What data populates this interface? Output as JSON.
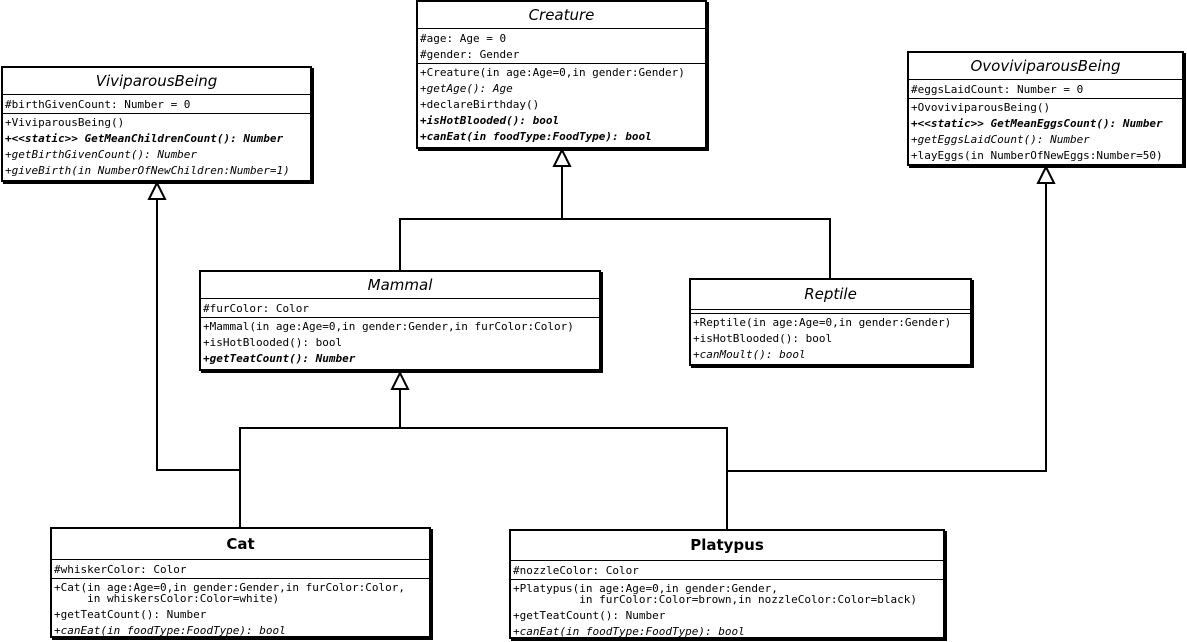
{
  "classes": {
    "creature": {
      "name": "Creature",
      "attributes": [
        "#age: Age = 0",
        "#gender: Gender"
      ],
      "operations": [
        "+Creature(in age:Age=0,in gender:Gender)",
        "+getAge(): Age",
        "+declareBirthday()",
        "+isHotBlooded(): bool",
        "+canEat(in foodType:FoodType): bool"
      ]
    },
    "viviparous": {
      "name": "ViviparousBeing",
      "attributes": [
        "#birthGivenCount: Number = 0"
      ],
      "operations": [
        "+ViviparousBeing()",
        "+<<static>> GetMeanChildrenCount(): Number",
        "+getBirthGivenCount(): Number",
        "+giveBirth(in NumberOfNewChildren:Number=1)"
      ]
    },
    "ovoviviparous": {
      "name": "OvoviviparousBeing",
      "attributes": [
        "#eggsLaidCount: Number = 0"
      ],
      "operations": [
        "+OvoviviparousBeing()",
        "+<<static>> GetMeanEggsCount(): Number",
        "+getEggsLaidCount(): Number",
        "+layEggs(in NumberOfNewEggs:Number=50)"
      ]
    },
    "mammal": {
      "name": "Mammal",
      "attributes": [
        "#furColor: Color"
      ],
      "operations": [
        "+Mammal(in age:Age=0,in gender:Gender,in furColor:Color)",
        "+isHotBlooded(): bool",
        "+getTeatCount(): Number"
      ]
    },
    "reptile": {
      "name": "Reptile",
      "attributes": [],
      "operations": [
        "+Reptile(in age:Age=0,in gender:Gender)",
        "+isHotBlooded(): bool",
        "+canMoult(): bool"
      ]
    },
    "cat": {
      "name": "Cat",
      "attributes": [
        "#whiskerColor: Color"
      ],
      "operations": [
        "+Cat(in age:Age=0,in gender:Gender,in furColor:Color,\n     in whiskersColor:Color=white)",
        "+getTeatCount(): Number",
        "+canEat(in foodType:FoodType): bool"
      ]
    },
    "platypus": {
      "name": "Platypus",
      "attributes": [
        "#nozzleColor: Color"
      ],
      "operations": [
        "+Platypus(in age:Age=0,in gender:Gender,\n          in furColor:Color=brown,in nozzleColor:Color=black)",
        "+getTeatCount(): Number",
        "+canEat(in foodType:FoodType): bool"
      ]
    }
  }
}
